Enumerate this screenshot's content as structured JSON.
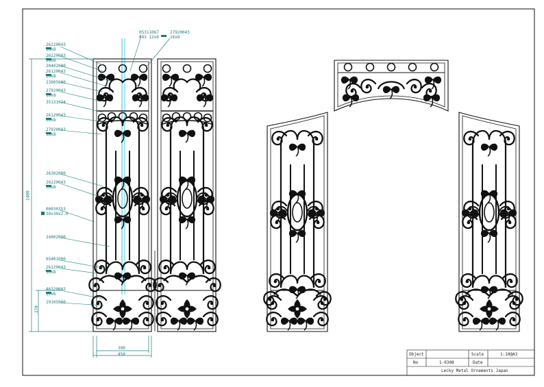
{
  "part_labels": [
    {
      "code": "26220043",
      "size": "16x8"
    },
    {
      "code": "26220043",
      "size": "16x8"
    },
    {
      "code": "20402000"
    },
    {
      "code": "26120043",
      "size": "16x8"
    },
    {
      "code": "23905000"
    },
    {
      "code": "27920043",
      "size": "16x8"
    },
    {
      "code": "35131024"
    },
    {
      "code": "26120043",
      "size": "16x8"
    },
    {
      "code": "27920043",
      "size": "16x8"
    },
    {
      "code": "26302000"
    },
    {
      "code": "26220043",
      "size": "16x8"
    },
    {
      "code": "00030353",
      "size": "30x30x2.0"
    },
    {
      "code": "24002000"
    },
    {
      "code": "05401000"
    },
    {
      "code": "26120043",
      "size": "16x8"
    },
    {
      "code": "46320042",
      "size": "12x6"
    },
    {
      "code": "29105000"
    }
  ],
  "top_labels": [
    {
      "code": "05311067",
      "size": "Φ43 12x6"
    },
    {
      "code": "27920043",
      "size": "16x8"
    }
  ],
  "dimensions": {
    "height_total": "2400",
    "height_bottom": "270",
    "width_inner": "390",
    "width_outer": "450"
  },
  "title_block": {
    "object_label": "Object",
    "object_value": "",
    "scale_label": "Scale",
    "scale_value": "1:10@A3",
    "no_label": "No",
    "no_value": "1-0308",
    "date_label": "Date",
    "date_value": "",
    "company": "Lecky Metal Ornaments Japan"
  },
  "colors": {
    "line": "#111111",
    "leader": "#1a7a7a",
    "guide": "#22c4d8"
  }
}
